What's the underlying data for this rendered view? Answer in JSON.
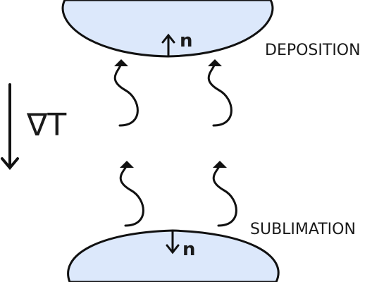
{
  "diagram": {
    "deposition_label": "DEPOSITION",
    "sublimation_label": "SUBLIMATION",
    "top_normal_label": "n",
    "bottom_normal_label": "n",
    "gradient_label": "∇T",
    "colors": {
      "surface_fill": "#dce8fb",
      "stroke": "#111111",
      "background": "#ffffff"
    }
  }
}
